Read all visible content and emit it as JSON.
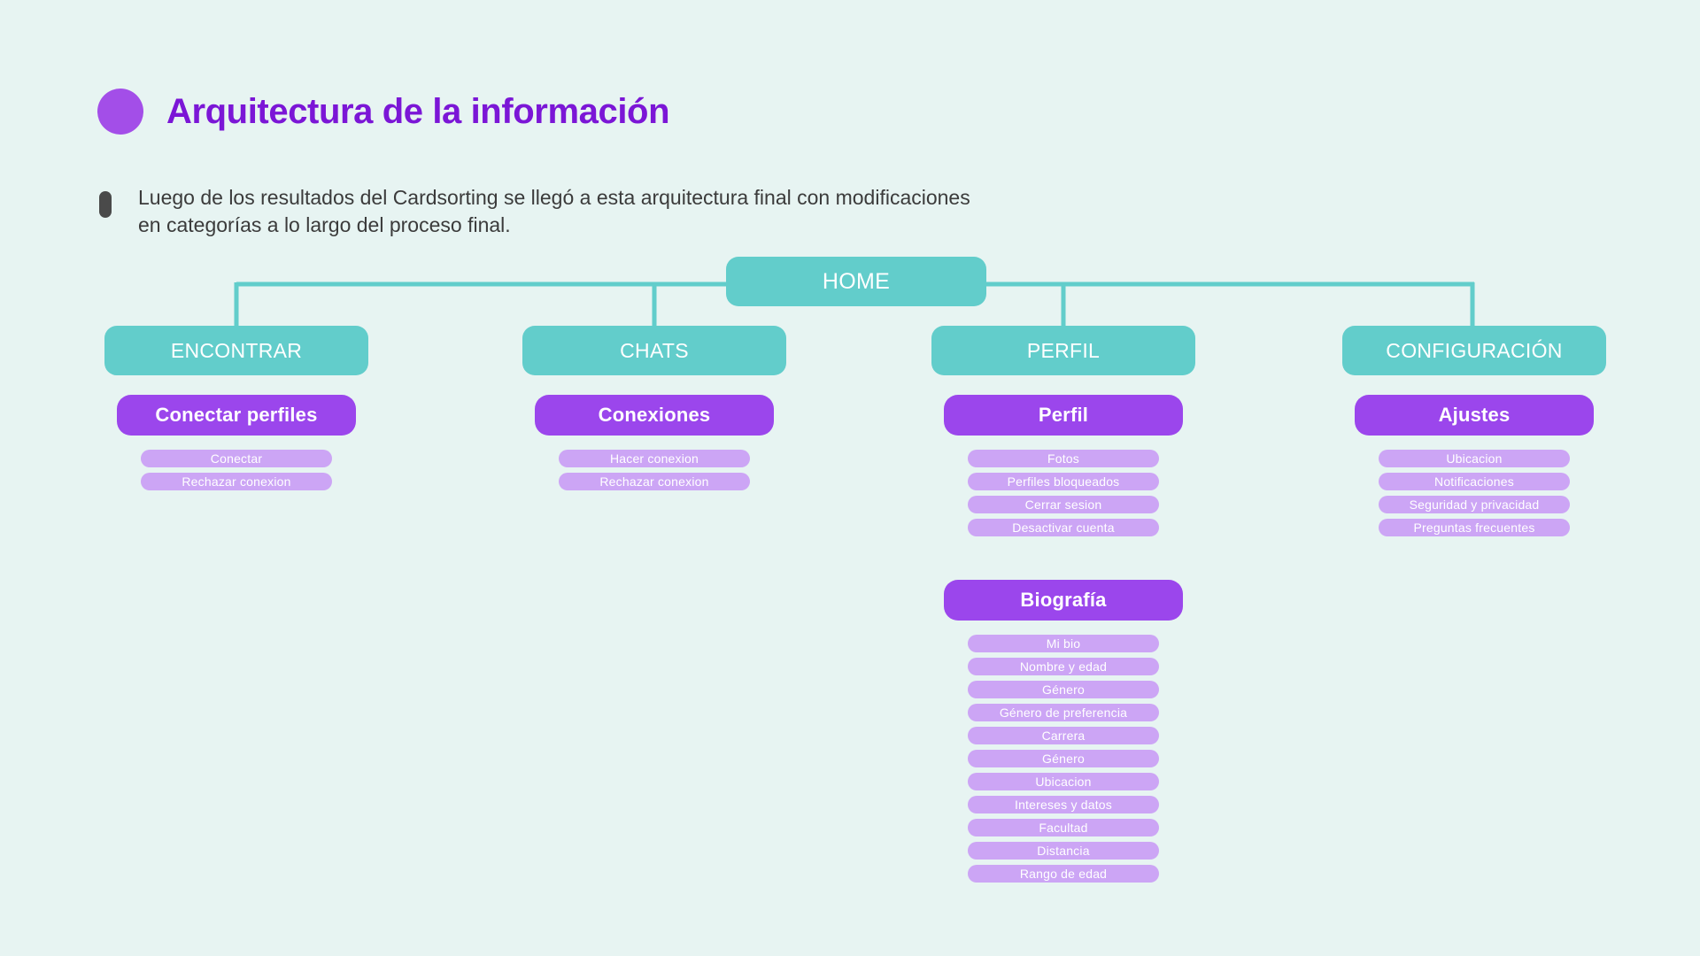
{
  "header": {
    "title": "Arquitectura de la información",
    "dot_color": "#a34ee8",
    "title_color": "#7b16d6"
  },
  "intro": {
    "line1": "Luego de los resultados del Cardsorting se llegó a esta arquitectura final con modificaciones",
    "line2": "en categorías a lo largo del proceso final."
  },
  "palette": {
    "background": "#e7f4f2",
    "teal": "#62cdcb",
    "purple": "#9b46ec",
    "light_purple": "#cca5f5",
    "connector": "#62cdcb"
  },
  "chart_data": {
    "type": "diagram",
    "title": "Arquitectura de la información",
    "root": "HOME",
    "branches": [
      {
        "label": "ENCONTRAR",
        "groups": [
          {
            "label": "Conectar perfiles",
            "items": [
              "Conectar",
              "Rechazar conexion"
            ]
          }
        ]
      },
      {
        "label": "CHATS",
        "groups": [
          {
            "label": "Conexiones",
            "items": [
              "Hacer conexion",
              "Rechazar conexion"
            ]
          }
        ]
      },
      {
        "label": "PERFIL",
        "groups": [
          {
            "label": "Perfil",
            "items": [
              "Fotos",
              "Perfiles bloqueados",
              "Cerrar sesion",
              "Desactivar cuenta"
            ]
          },
          {
            "label": "Biografía",
            "items": [
              "Mi bio",
              "Nombre y edad",
              "Género",
              "Género de preferencia",
              "Carrera",
              "Género",
              "Ubicacion",
              "Intereses y datos",
              "Facultad",
              "Distancia",
              "Rango de edad"
            ]
          }
        ]
      },
      {
        "label": "CONFIGURACIÓN",
        "groups": [
          {
            "label": "Ajustes",
            "items": [
              "Ubicacion",
              "Notificaciones",
              "Seguridad y privacidad",
              "Preguntas frecuentes"
            ]
          }
        ]
      }
    ]
  }
}
